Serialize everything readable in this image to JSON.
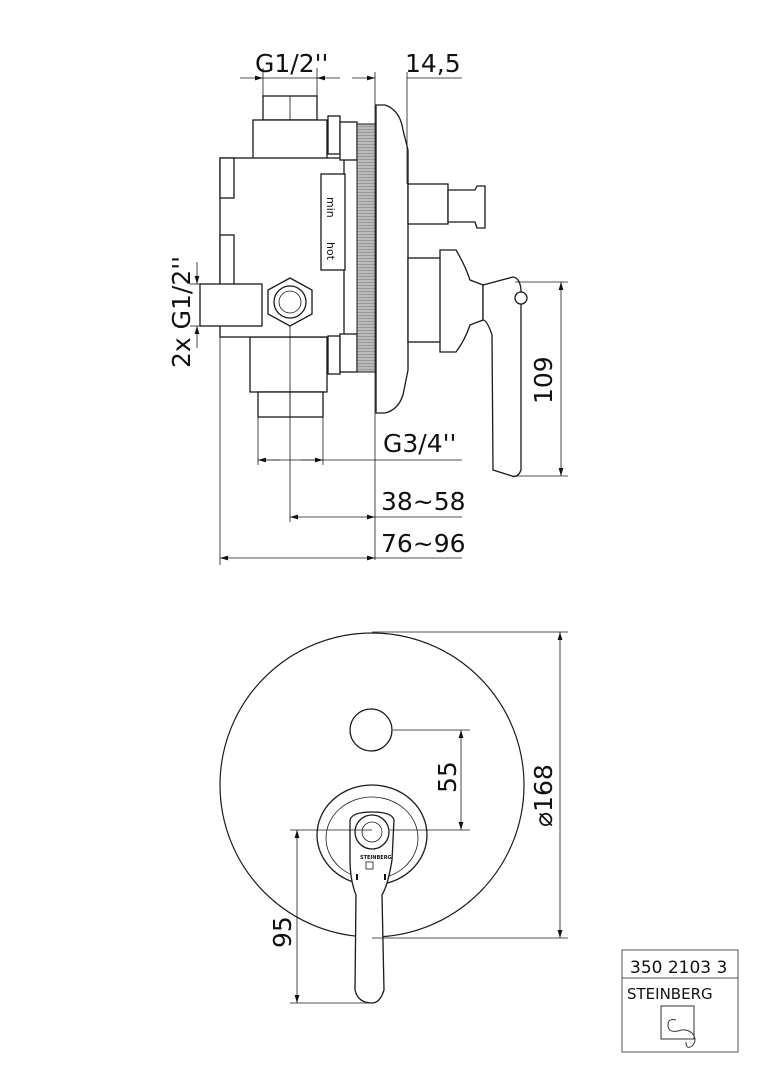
{
  "side_view": {
    "inlet_thread_top": "G1/2''",
    "cover_offset": "14,5",
    "inlet_thread_side": "2x G1/2''",
    "label_min": "min",
    "label_hot": "hot",
    "handle_height": "109",
    "outlet_thread": "G3/4''",
    "install_depth_axis": "38~58",
    "install_depth_total": "76~96"
  },
  "front_view": {
    "button_offset": "55",
    "plate_diameter": "168",
    "diameter_symbol": "⌀",
    "lever_length": "95",
    "handle_brand": "STEINBERG"
  },
  "title_block": {
    "article_number": "350 2103 3",
    "brand": "STEINBERG"
  }
}
